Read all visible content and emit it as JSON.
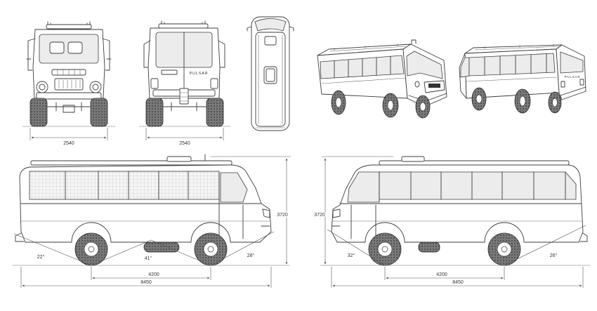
{
  "brand": {
    "rear_view_badge": "PULSAR",
    "rear_perspective_badge": "PULSAR"
  },
  "dimensions": {
    "front_view_width": "2540",
    "rear_view_width": "2540",
    "left_view_height": "3720",
    "left_view_wheelbase": "4200",
    "left_view_length": "8450",
    "right_view_height": "3720",
    "right_view_wheelbase": "4200",
    "right_view_length": "8450"
  },
  "angles": {
    "left_view_rear": "22°",
    "left_view_breakover": "41°",
    "left_view_front": "28°",
    "right_view_front": "32°",
    "right_view_rear": "26°"
  },
  "colors": {
    "line": "#3c3c3c",
    "background": "#ffffff",
    "glass": "#ececec",
    "tire": "#555555"
  }
}
